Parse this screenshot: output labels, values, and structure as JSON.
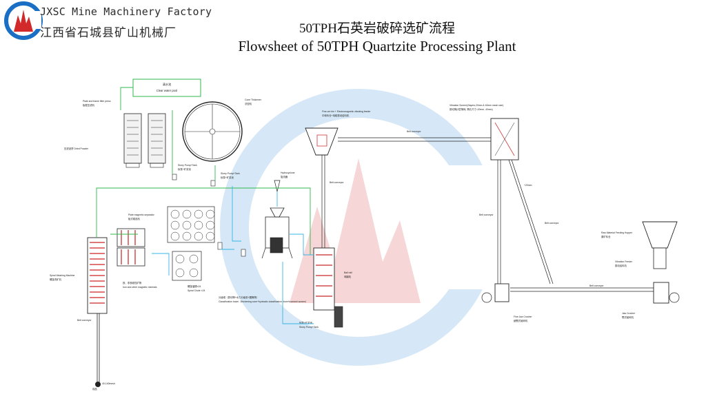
{
  "header": {
    "company_en": "JXSC Mine Machinery Factory",
    "company_cn": "江西省石城县矿山机械厂",
    "title_cn": "50TPH石英岩破碎选矿流程",
    "title_en": "Flowsheet of 50TPH Quartzite Processing Plant"
  },
  "colors": {
    "logo_blue": "#1a6fc4",
    "logo_red": "#d22a2a",
    "watermark_blue": "#cfe3f5",
    "watermark_red": "#f4cccc",
    "line_green": "#2fb84a",
    "line_cyan": "#35b5e6",
    "line_red": "#d44a4a",
    "equipment": "#222222"
  },
  "equipment": {
    "clear_water_pool": {
      "cn": "清水池",
      "en": "Clear water pool"
    },
    "filter_press": {
      "cn": "板框压滤机",
      "en": "Plate and frame filter press"
    },
    "dried_powder": "压滤泥饼 Dried Powder",
    "cone_thickener": {
      "cn": "浓密机",
      "en": "Cone Thickener"
    },
    "slurry_pump_tank_a": {
      "cn": "砂泵+矿浆池",
      "en": "Slurry Pump+Tank"
    },
    "slurry_pump_tank_b": {
      "cn": "砂泵+矿浆池",
      "en": "Slurry Pump+Tank"
    },
    "hydrocyclone": {
      "cn": "旋流器",
      "en": "Hydrocyclone"
    },
    "fine_ore_bin": {
      "cn": "中转料仓+电磁振动给料机",
      "en": "Fine ore bin + Electromagnetic vibrating feeder"
    },
    "vibrating_screen": {
      "cn": "振动筛(2层筛网, 筛孔尺寸<20mm, 40mm)",
      "en": "Vibration Screen(2layers,20mm & 40mm mesh size)"
    },
    "belt_conveyor": "Belt conveyor",
    "size_minus20": "+20mm",
    "plate_magnetic_separator": {
      "cn": "板式磁选机",
      "en": "Plate magnetic separator"
    },
    "magnetic_minerals": {
      "cn": "铁、非铁磁性矿物",
      "en": "Iron and other magnetic minerals"
    },
    "spiral_washing_machine": {
      "cn": "螺旋洗矿机",
      "en": "Spiral Washing Machine"
    },
    "spiral_chute": {
      "cn": "螺旋溜槽×24",
      "en": "Spiral Chute ×24"
    },
    "classification_tower": {
      "cn": "分级塔（振动筛+水力分级机+圆筒筛）",
      "en": "Classification tower（thickening cone+hydraulic classification drum+trommel screen）"
    },
    "ball_mill": {
      "cn": "球磨机",
      "en": "Ball mill"
    },
    "slurry_pump_tank_c": {
      "cn": "砂泵+矿浆池",
      "en": "Slurry Pump+Tank"
    },
    "raw_material_hopper": {
      "cn": "原矿料仓",
      "en": "Raw Material Feeding Hopper"
    },
    "vibration_feeder": {
      "cn": "振动给料机",
      "en": "Vibration Feeder"
    },
    "jaw_crusher": {
      "cn": "颚式破碎机",
      "en": "Jaw Crusher"
    },
    "fine_jaw_crusher": {
      "cn": "细颚式破碎机",
      "en": "Fine Jaw Crusher"
    },
    "final_product": {
      "cn": "成品",
      "en": "40-140mesh"
    }
  }
}
